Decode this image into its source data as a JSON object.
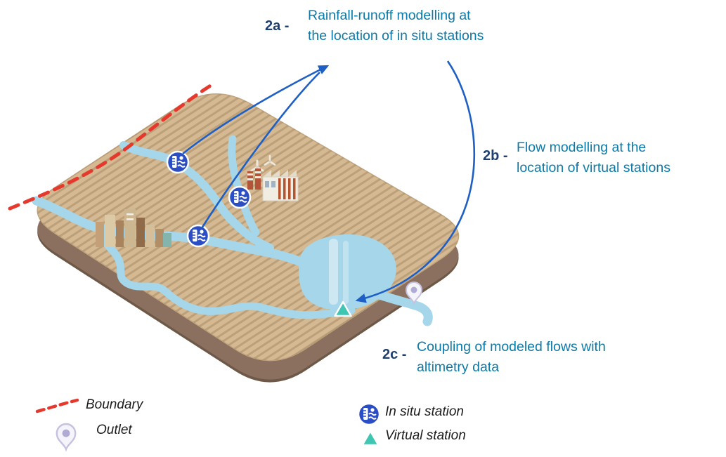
{
  "steps": {
    "a": {
      "prefix": "2a -",
      "line1": "Rainfall-runoff modelling at",
      "line2": "the location of in situ stations"
    },
    "b": {
      "prefix": "2b -",
      "line1": "Flow modelling at the",
      "line2": "location of virtual stations"
    },
    "c": {
      "prefix": "2c -",
      "line1": "Coupling of modeled flows with",
      "line2": "altimetry data"
    }
  },
  "legend": {
    "boundary": "Boundary",
    "outlet": "Outlet",
    "in_situ": "In situ station",
    "virtual": "Virtual station"
  },
  "colors": {
    "step_prefix": "#1e3f70",
    "step_text": "#0c7aa8",
    "arrow_blue": "#1e5fc5",
    "boundary_red": "#e6392e",
    "river_blue": "#a5d6ea",
    "land_tan": "#d4b992",
    "land_side": "#8b7060",
    "station_blue": "#2b4ec4",
    "virtual_teal": "#3fc6b2",
    "legend_text": "#1b1b1b"
  }
}
